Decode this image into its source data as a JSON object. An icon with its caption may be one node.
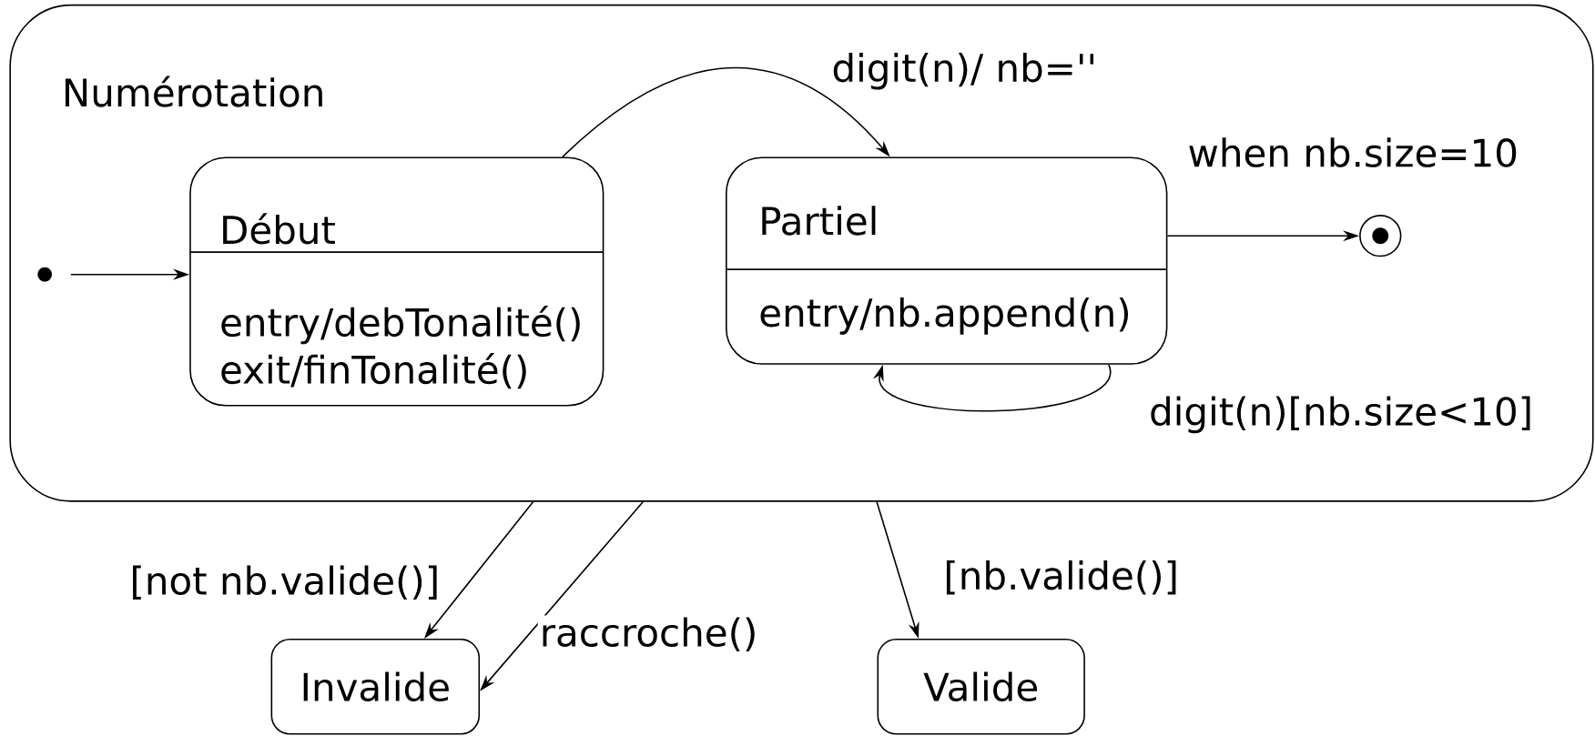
{
  "diagram": {
    "nodes": [
      {
        "text": [
          "Numérotation"
        ]
      },
      {
        "text": [],
        "shape": "dot",
        "in": 0
      },
      {
        "text": [
          "Début",
          "entry/debTonalité()",
          "exit/finTonalité()"
        ],
        "in": 0
      },
      {
        "text": [
          "Partiel",
          "entry/nb.append(n)"
        ],
        "in": 0
      },
      {
        "text": [],
        "shape": "bullseye",
        "in": 0
      },
      {
        "text": [
          "Invalide"
        ]
      },
      {
        "text": [
          "Valide"
        ]
      }
    ],
    "edges": [
      {
        "from": 1,
        "to": 2,
        "arrow": "to"
      },
      {
        "from": 2,
        "to": 3,
        "arrow": "to",
        "label": "digit(n)/ nb=''"
      },
      {
        "from": 3,
        "to": 4,
        "arrow": "to",
        "label": "when nb.size=10"
      },
      {
        "from": 3,
        "to": 3,
        "arrow": "to",
        "label": "digit(n)[nb.size<10]"
      },
      {
        "from": 0,
        "to": 5,
        "arrow": "to",
        "label": "[not nb.valide()]"
      },
      {
        "from": 0,
        "to": 5,
        "arrow": "to",
        "label": "raccroche()"
      },
      {
        "from": 0,
        "to": 6,
        "arrow": "to",
        "label": "[nb.valide()]"
      }
    ]
  }
}
